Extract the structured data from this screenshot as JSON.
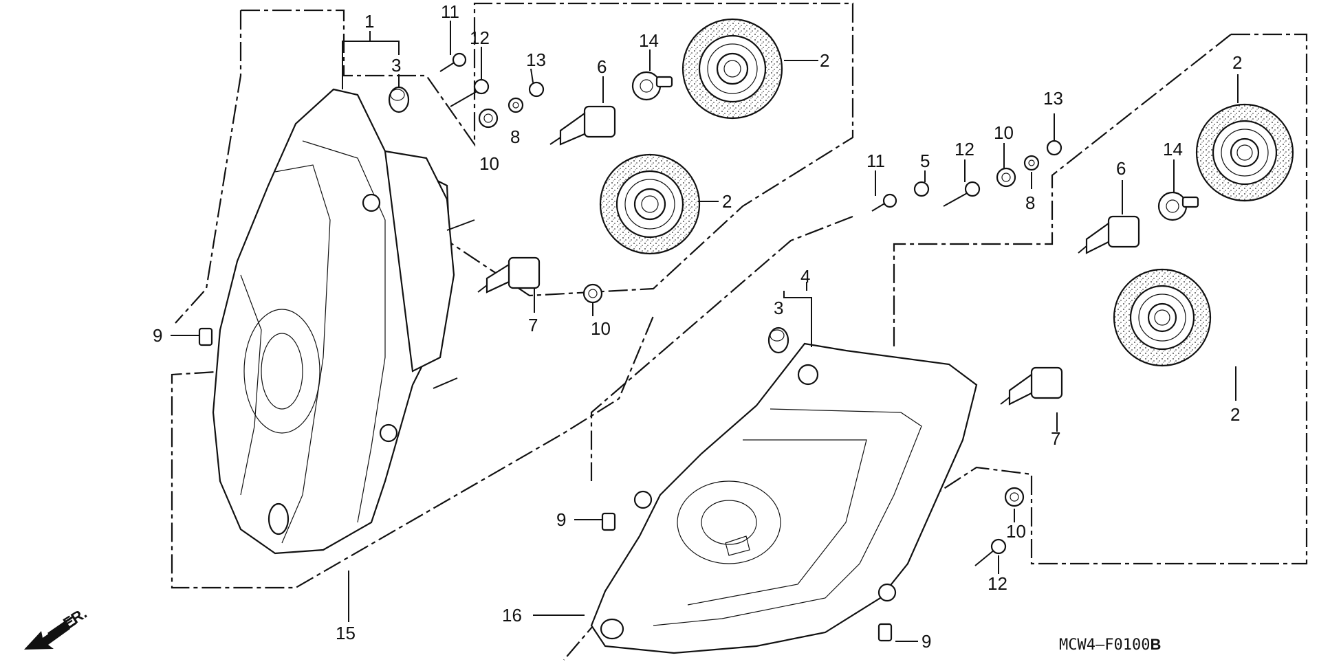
{
  "callouts": {
    "c1": "1",
    "c2a": "2",
    "c2b": "2",
    "c2c": "2",
    "c2d": "2",
    "c3a": "3",
    "c3b": "3",
    "c4": "4",
    "c5": "5",
    "c6a": "6",
    "c6b": "6",
    "c7a": "7",
    "c7b": "7",
    "c8a": "8",
    "c8b": "8",
    "c9a": "9",
    "c9b": "9",
    "c9c": "9",
    "c10a": "10",
    "c10b": "10",
    "c10c": "10",
    "c10d": "10",
    "c11a": "11",
    "c11b": "11",
    "c12a": "12",
    "c12b": "12",
    "c12c": "12",
    "c13a": "13",
    "c13b": "13",
    "c14a": "14",
    "c14b": "14",
    "c15": "15",
    "c16": "16"
  },
  "diagram_code": "MCW4–F0100",
  "diagram_code_suffix": "B",
  "front_indicator": "FR.",
  "icons": {
    "front_arrow": "arrow-front-icon"
  }
}
